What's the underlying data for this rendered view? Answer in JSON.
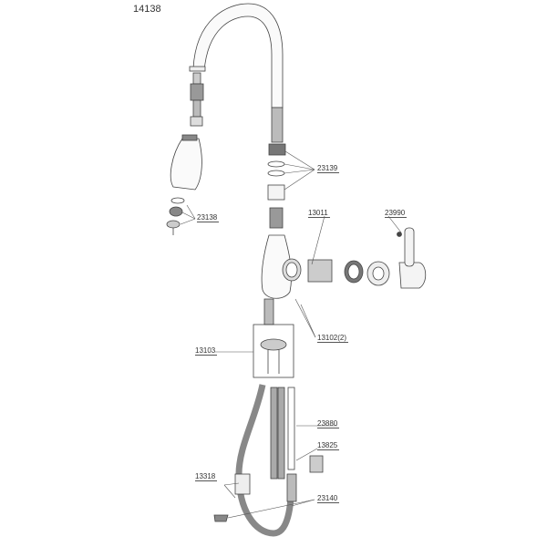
{
  "diagram": {
    "title": "14138",
    "type": "exploded-parts-diagram",
    "subject": "pull-down kitchen faucet",
    "parts": [
      {
        "id": "p1",
        "number": "23139",
        "description": "spout connector with o-rings and sleeve"
      },
      {
        "id": "p2",
        "number": "23138",
        "description": "spray head aerator and washers"
      },
      {
        "id": "p3",
        "number": "13011",
        "description": "cartridge"
      },
      {
        "id": "p4",
        "number": "23990",
        "description": "handle with set screw"
      },
      {
        "id": "p5",
        "number": "13102(2)",
        "description": "set screws"
      },
      {
        "id": "p6",
        "number": "13103",
        "description": "mounting assembly"
      },
      {
        "id": "p7",
        "number": "23880",
        "description": "supply line"
      },
      {
        "id": "p8",
        "number": "13825",
        "description": "hose clip"
      },
      {
        "id": "p9",
        "number": "13318",
        "description": "hose weight"
      },
      {
        "id": "p10",
        "number": "23140",
        "description": "hose clips"
      }
    ]
  }
}
